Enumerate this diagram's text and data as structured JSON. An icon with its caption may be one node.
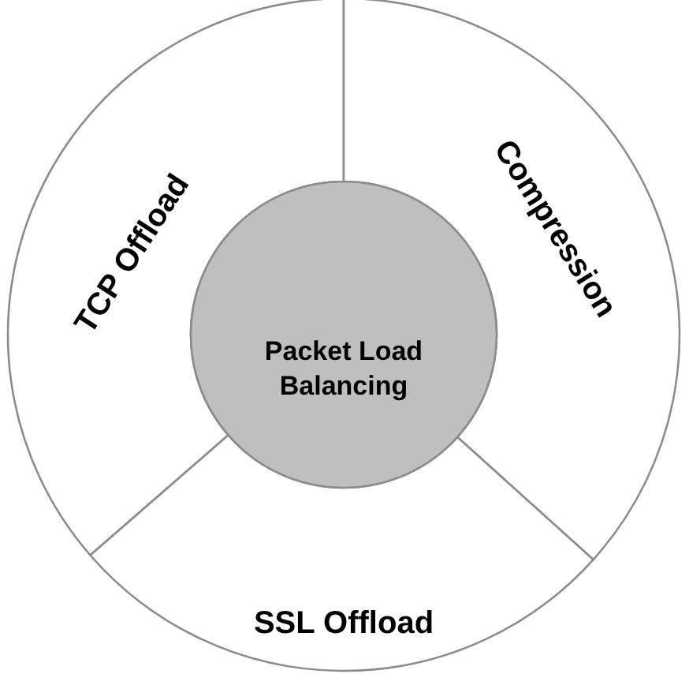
{
  "diagram": {
    "nodes": [
      {
        "text": [
          "TCP Offload"
        ]
      },
      {
        "text": [
          "Compression"
        ]
      },
      {
        "text": [
          "SSL Offload"
        ]
      },
      {
        "text": [
          "Packet Load Balancing"
        ]
      }
    ]
  }
}
